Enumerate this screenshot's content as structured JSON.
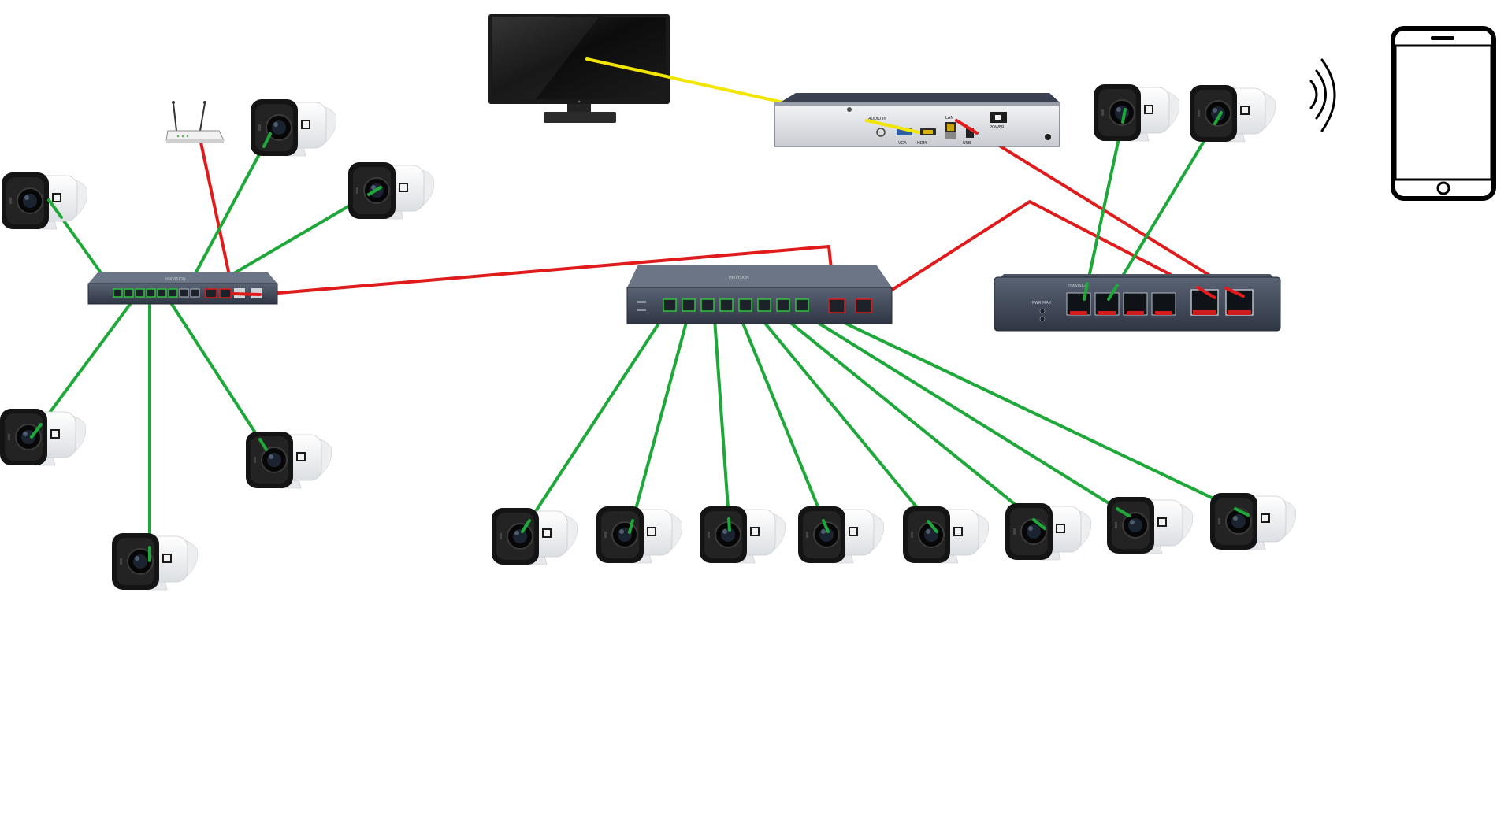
{
  "diagram": {
    "type": "cctv-network-topology",
    "colors": {
      "background": "#ffffff",
      "camera_link": "#1fa83a",
      "uplink": "#e01b1b",
      "video": "#f2e600",
      "device_body": "#3c4555",
      "port_highlight": "#2ec33d"
    },
    "nodes": [
      {
        "id": "monitor",
        "kind": "monitor-icon"
      },
      {
        "id": "nvr",
        "kind": "nvr-recorder",
        "labels": [
          "HDMI",
          "VGA",
          "LAN",
          "USB",
          "POWER",
          "AUDIO IN"
        ]
      },
      {
        "id": "phone",
        "kind": "smartphone-icon"
      },
      {
        "id": "wifi",
        "kind": "wireless-signal-icon"
      },
      {
        "id": "router",
        "kind": "wifi-router-icon"
      },
      {
        "id": "switch-left",
        "kind": "poe-switch-10-port",
        "label": "HIKVISION"
      },
      {
        "id": "switch-center",
        "kind": "poe-switch-10-port",
        "label": "HIKVISION"
      },
      {
        "id": "switch-right",
        "kind": "poe-switch-6-port",
        "label": "HIKVISION",
        "sub": "PWR MAX"
      }
    ],
    "cameras": [
      {
        "id": "cam-l1",
        "group": "left"
      },
      {
        "id": "cam-l2",
        "group": "left"
      },
      {
        "id": "cam-l3",
        "group": "left"
      },
      {
        "id": "cam-l4",
        "group": "left"
      },
      {
        "id": "cam-l5",
        "group": "left"
      },
      {
        "id": "cam-l6",
        "group": "left"
      },
      {
        "id": "cam-c1",
        "group": "center"
      },
      {
        "id": "cam-c2",
        "group": "center"
      },
      {
        "id": "cam-c3",
        "group": "center"
      },
      {
        "id": "cam-c4",
        "group": "center"
      },
      {
        "id": "cam-c5",
        "group": "center"
      },
      {
        "id": "cam-c6",
        "group": "center"
      },
      {
        "id": "cam-c7",
        "group": "center"
      },
      {
        "id": "cam-c8",
        "group": "center"
      },
      {
        "id": "cam-r1",
        "group": "right"
      },
      {
        "id": "cam-r2",
        "group": "right"
      }
    ],
    "links": [
      {
        "from": "monitor",
        "to": "nvr",
        "type": "video"
      },
      {
        "from": "router",
        "to": "switch-left",
        "type": "uplink"
      },
      {
        "from": "switch-left",
        "to": "switch-center",
        "type": "uplink"
      },
      {
        "from": "switch-center",
        "to": "switch-right",
        "type": "uplink"
      },
      {
        "from": "nvr",
        "to": "switch-right",
        "type": "uplink"
      },
      {
        "from": "cam-l1",
        "to": "switch-left",
        "type": "camera_link"
      },
      {
        "from": "cam-l2",
        "to": "switch-left",
        "type": "camera_link"
      },
      {
        "from": "cam-l3",
        "to": "switch-left",
        "type": "camera_link"
      },
      {
        "from": "cam-l4",
        "to": "switch-left",
        "type": "camera_link"
      },
      {
        "from": "cam-l5",
        "to": "switch-left",
        "type": "camera_link"
      },
      {
        "from": "cam-l6",
        "to": "switch-left",
        "type": "camera_link"
      },
      {
        "from": "cam-c1",
        "to": "switch-center",
        "type": "camera_link"
      },
      {
        "from": "cam-c2",
        "to": "switch-center",
        "type": "camera_link"
      },
      {
        "from": "cam-c3",
        "to": "switch-center",
        "type": "camera_link"
      },
      {
        "from": "cam-c4",
        "to": "switch-center",
        "type": "camera_link"
      },
      {
        "from": "cam-c5",
        "to": "switch-center",
        "type": "camera_link"
      },
      {
        "from": "cam-c6",
        "to": "switch-center",
        "type": "camera_link"
      },
      {
        "from": "cam-c7",
        "to": "switch-center",
        "type": "camera_link"
      },
      {
        "from": "cam-c8",
        "to": "switch-center",
        "type": "camera_link"
      },
      {
        "from": "cam-r1",
        "to": "switch-right",
        "type": "camera_link"
      },
      {
        "from": "cam-r2",
        "to": "switch-right",
        "type": "camera_link"
      }
    ]
  }
}
